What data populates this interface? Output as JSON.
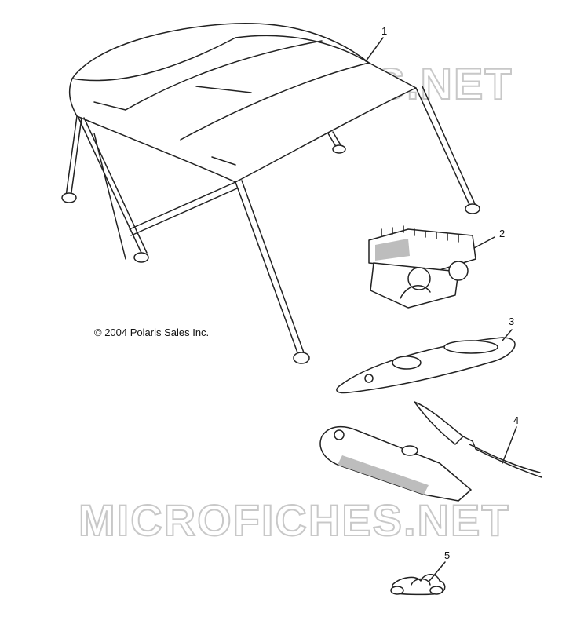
{
  "watermark": {
    "text": "MICROFICHES.NET"
  },
  "copyright": "© 2004 Polaris Sales Inc.",
  "callouts": {
    "c1": "1",
    "c2": "2",
    "c3": "3",
    "c4": "4",
    "c5": "5"
  }
}
